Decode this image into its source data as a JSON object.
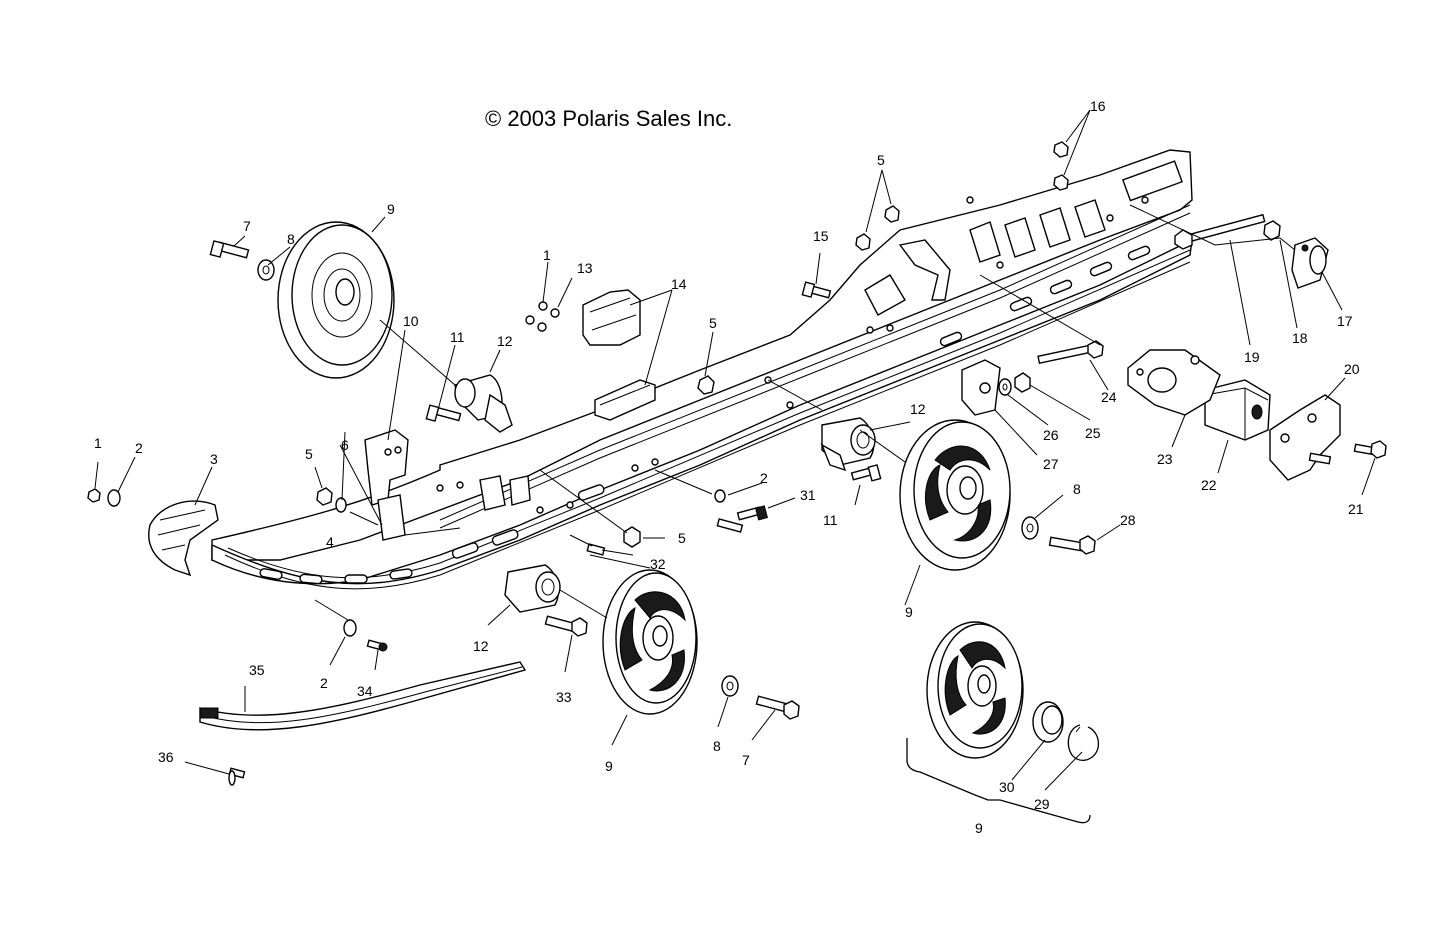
{
  "copyright": "© 2003 Polaris Sales Inc.",
  "callouts": [
    "1",
    "2",
    "3",
    "4",
    "5",
    "6",
    "7",
    "8",
    "9",
    "10",
    "11",
    "12",
    "13",
    "14",
    "15",
    "16",
    "17",
    "18",
    "19",
    "20",
    "21",
    "22",
    "23",
    "24",
    "25",
    "26",
    "27",
    "28",
    "29",
    "30",
    "31",
    "32",
    "33",
    "34",
    "35",
    "36"
  ],
  "colors": {
    "line": "#000000",
    "background": "#ffffff"
  }
}
